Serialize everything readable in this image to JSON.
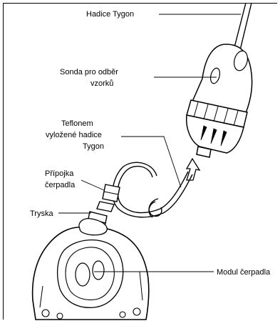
{
  "labels": {
    "tubing_top": "Hadice Tygon",
    "probe_line1": "Sonda pro odběr",
    "probe_line2": "vzorků",
    "teflon_line1": "Teflonem",
    "teflon_line2": "vyložené hadice",
    "teflon_line3": "Tygon",
    "pump_connector_line1": "Přípojka",
    "pump_connector_line2": "čerpadla",
    "nozzle": "Tryska",
    "pump_module": "Modul čerpadla"
  }
}
